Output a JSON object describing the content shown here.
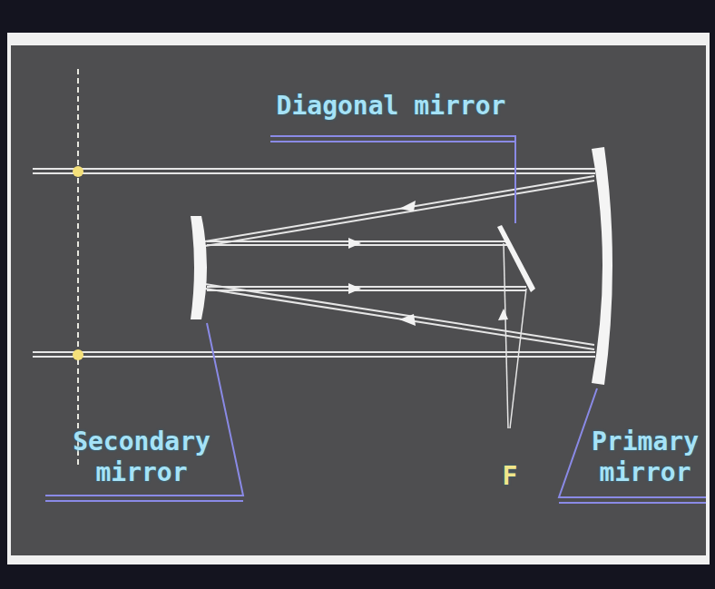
{
  "diagram": {
    "labels": [
      "Diagonal mirror",
      "Secondary mirror",
      "Primary mirror",
      "F"
    ]
  }
}
